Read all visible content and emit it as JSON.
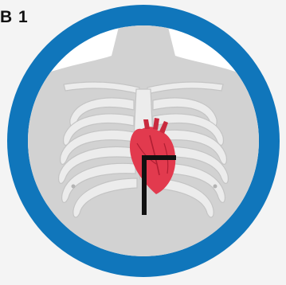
{
  "label": "B 1",
  "colors": {
    "background": "#f4f4f4",
    "ring": "#1076bb",
    "inner_bg": "#ffffff",
    "body": "#d2d2d2",
    "bone": "#ececec",
    "bone_outline": "#c4c4c4",
    "heart": "#e23a4e",
    "marker": "#111111"
  },
  "icons": {
    "illustration": "chest-xray-ribcage-heart",
    "marker": "corner-bracket-marker"
  }
}
